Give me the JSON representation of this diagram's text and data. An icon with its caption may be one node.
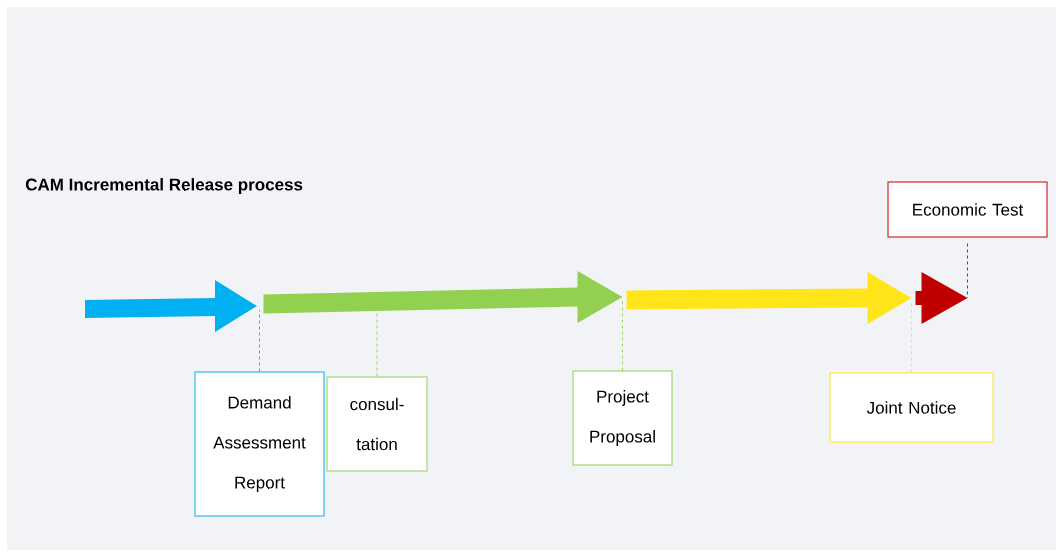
{
  "diagram": {
    "title": "CAM Incremental Release process",
    "nodes": [
      {
        "text": [
          "Economic Test"
        ]
      },
      {
        "text": [
          "Demand Assessment Report"
        ]
      },
      {
        "text": [
          "consul-tation"
        ]
      },
      {
        "text": [
          "Project Proposal"
        ]
      },
      {
        "text": [
          "Joint Notice"
        ]
      }
    ],
    "edges": [
      {
        "from": 1,
        "to": 3,
        "arrow": "to",
        "style": "thick",
        "color": "#92d050"
      },
      {
        "from": 3,
        "to": 4,
        "arrow": "to",
        "style": "thick",
        "color": "#ffe51a"
      },
      {
        "from": 4,
        "to": 0,
        "arrow": "to",
        "style": "thick",
        "color": "#c00000"
      },
      {
        "from": 0,
        "to": null,
        "arrow": "none",
        "style": "dashed",
        "color": "#c00000"
      },
      {
        "from": 1,
        "to": null,
        "arrow": "none",
        "style": "dashed",
        "color": "#00b0f0"
      },
      {
        "from": 2,
        "to": null,
        "arrow": "none",
        "style": "dashed",
        "color": "#92d050"
      },
      {
        "from": 3,
        "to": null,
        "arrow": "none",
        "style": "dashed",
        "color": "#92d050"
      },
      {
        "from": 4,
        "to": null,
        "arrow": "none",
        "style": "dashed",
        "color": "#ffe51a"
      }
    ]
  }
}
